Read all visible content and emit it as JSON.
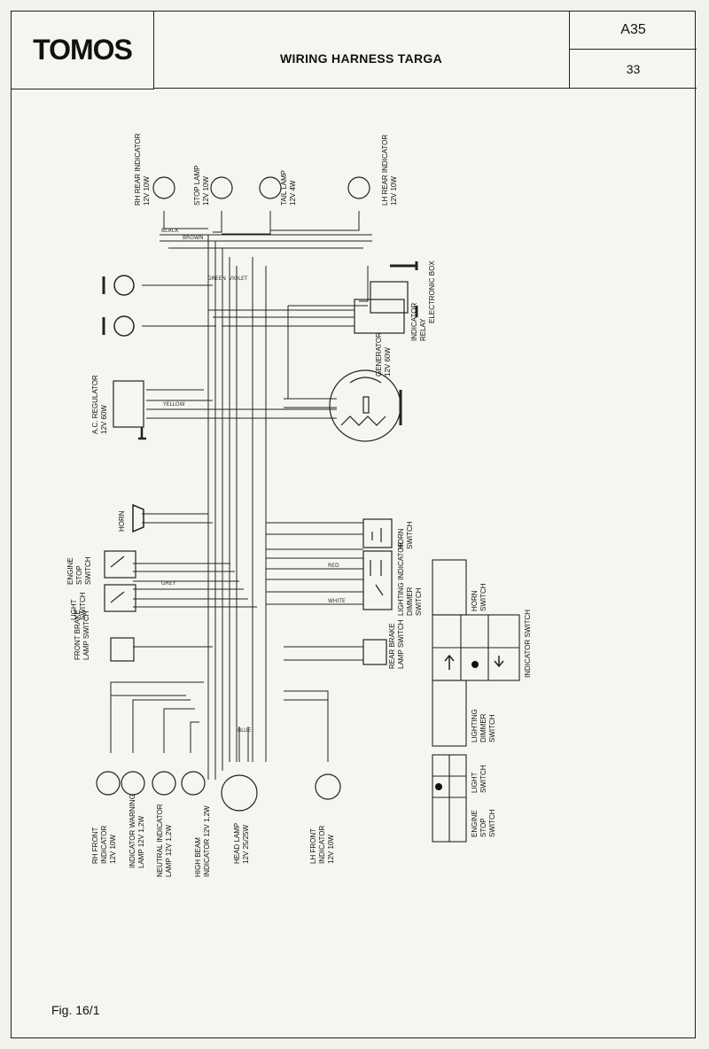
{
  "header": {
    "logo": "TOMOS",
    "title": "WIRING HARNESS TARGA",
    "code": "A35",
    "page": "33"
  },
  "figure_label": "Fig. 16/1",
  "components": {
    "rh_rear_indicator": [
      "RH REAR INDICATOR",
      "12V 10W"
    ],
    "stop_lamp": [
      "STOP LAMP",
      "12V 10W"
    ],
    "tail_lamp": [
      "TAIL LAMP",
      "12V 4W"
    ],
    "lh_rear_indicator": [
      "LH REAR INDICATOR",
      "12V 10W"
    ],
    "electronic_box": [
      "ELECTRONIC BOX"
    ],
    "generator": [
      "GENERATOR",
      "12V 60W"
    ],
    "ac_regulator": [
      "A.C. REGULATOR",
      "12V 60W"
    ],
    "indicator_relay": [
      "INDICATOR",
      "RELAY"
    ],
    "horn": [
      "HORN"
    ],
    "horn_switch": [
      "HORN",
      "SWITCH"
    ],
    "engine_stop_switch": [
      "ENGINE",
      "STOP",
      "SWITCH"
    ],
    "light_switch": [
      "LIGHT",
      "SWITCH"
    ],
    "lighting_indicator_dimmer_switch": [
      "LIGHTING INDICATOR",
      "DIMMER",
      "SWITCH"
    ],
    "front_brake_lamp_switch": [
      "FRONT BRAKE",
      "LAMP SWITCH"
    ],
    "rear_brake_lamp_switch": [
      "REAR BRAKE",
      "LAMP SWITCH"
    ],
    "rh_front_indicator": [
      "RH FRONT",
      "INDICATOR",
      "12V 10W"
    ],
    "indicator_warning_lamp": [
      "INDICATOR WARNING",
      "LAMP 12V 1,2W"
    ],
    "neutral_indicator": [
      "NEUTRAL INDICATOR",
      "LAMP 12V 1,2W"
    ],
    "high_beam_indicator": [
      "HIGH BEAM",
      "INDICATOR 12V 1,2W"
    ],
    "head_lamp": [
      "HEAD LAMP",
      "12V 25/25W"
    ],
    "lh_front_indicator": [
      "LH FRONT",
      "INDICATOR",
      "12V 10W"
    ]
  },
  "legend": {
    "horn_switch": [
      "HORN",
      "SWITCH"
    ],
    "indicator_switch": [
      "INDICATOR SWITCH"
    ],
    "lighting_dimmer_switch": [
      "LIGHTING",
      "DIMMER",
      "SWITCH"
    ],
    "light_switch": [
      "LIGHT",
      "SWITCH"
    ],
    "engine_stop_switch": [
      "ENGINE",
      "STOP",
      "SWITCH"
    ]
  },
  "wire_colors": [
    "BLACK",
    "BROWN",
    "YELLOW",
    "VIOLET",
    "WHITE",
    "GREEN",
    "BLUE",
    "RED",
    "GREY"
  ]
}
